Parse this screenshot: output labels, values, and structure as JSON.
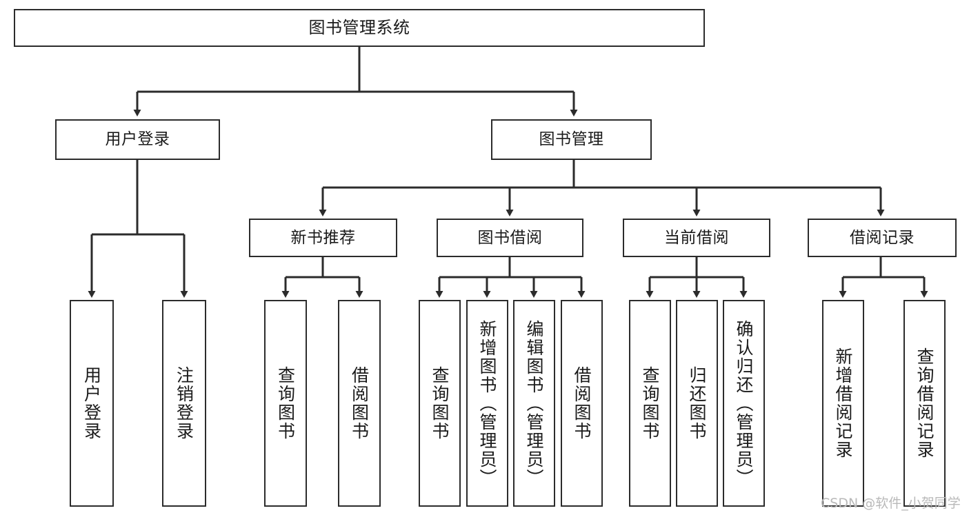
{
  "diagram": {
    "title": "图书管理系统",
    "type": "tree",
    "root": {
      "id": "root",
      "label": "图书管理系统"
    },
    "tier1": [
      {
        "id": "user-login",
        "label": "用户登录"
      },
      {
        "id": "book-manage",
        "label": "图书管理"
      }
    ],
    "tier2": [
      {
        "id": "new-book-recommend",
        "label": "新书推荐"
      },
      {
        "id": "book-borrow",
        "label": "图书借阅"
      },
      {
        "id": "current-borrow",
        "label": "当前借阅"
      },
      {
        "id": "borrow-record",
        "label": "借阅记录"
      }
    ],
    "leaves": {
      "user_login": [
        {
          "id": "leaf-user-login",
          "label": "用户登录"
        },
        {
          "id": "leaf-logout-login",
          "label": "注销登录"
        }
      ],
      "new_book_recommend": [
        {
          "id": "leaf-query-book-1",
          "label": "查询图书"
        },
        {
          "id": "leaf-borrow-book-1",
          "label": "借阅图书"
        }
      ],
      "book_borrow": [
        {
          "id": "leaf-query-book-2",
          "label": "查询图书"
        },
        {
          "id": "leaf-add-book",
          "label": "新增图书（管理员）"
        },
        {
          "id": "leaf-edit-book",
          "label": "编辑图书（管理员）"
        },
        {
          "id": "leaf-borrow-book-2",
          "label": "借阅图书"
        }
      ],
      "current_borrow": [
        {
          "id": "leaf-query-book-3",
          "label": "查询图书"
        },
        {
          "id": "leaf-return-book",
          "label": "归还图书"
        },
        {
          "id": "leaf-confirm-return",
          "label": "确认归还（管理员）"
        }
      ],
      "borrow_record": [
        {
          "id": "leaf-add-record",
          "label": "新增借阅记录"
        },
        {
          "id": "leaf-query-record",
          "label": "查询借阅记录"
        }
      ]
    }
  },
  "watermark": {
    "text": "CSDN @软件_小贺同学"
  },
  "colors": {
    "background": "#ffffff",
    "box_fill": "#ffffff",
    "box_border": "#2b2b2b",
    "edge": "#2b2b2b",
    "text": "#1a1a1a",
    "watermark": "#b9b9b9"
  }
}
